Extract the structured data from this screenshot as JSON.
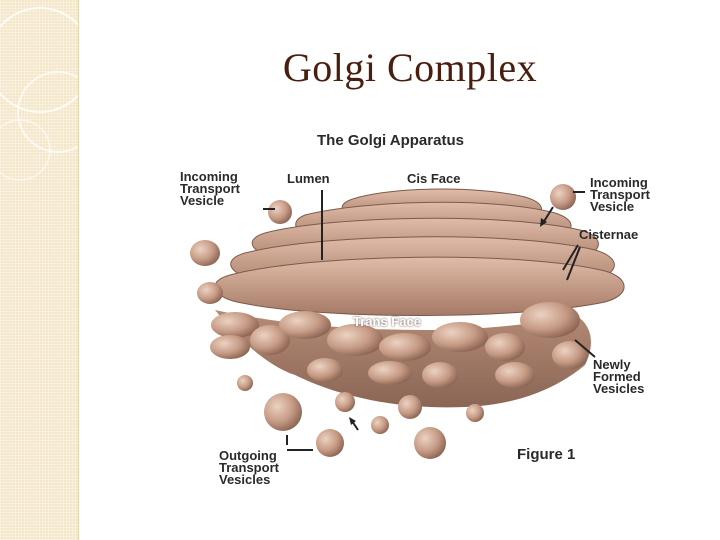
{
  "slide": {
    "title": "Golgi Complex"
  },
  "diagram": {
    "heading": "The Golgi Apparatus",
    "figure_label": "Figure 1",
    "labels": {
      "incoming_left": "Incoming\nTransport\nVesicle",
      "lumen": "Lumen",
      "cis_face": "Cis Face",
      "incoming_right": "Incoming\nTransport\nVesicle",
      "cisternae": "Cisternae",
      "trans_face": "Trans Face",
      "newly_formed": "Newly\nFormed\nVesicles",
      "outgoing": "Outgoing\nTransport\nVesicles"
    }
  },
  "colors": {
    "title": "#4a1e0e",
    "organelle": "#c9a08b",
    "organelle_shadow": "#8d6a5a",
    "band": "#f3e7c8"
  }
}
